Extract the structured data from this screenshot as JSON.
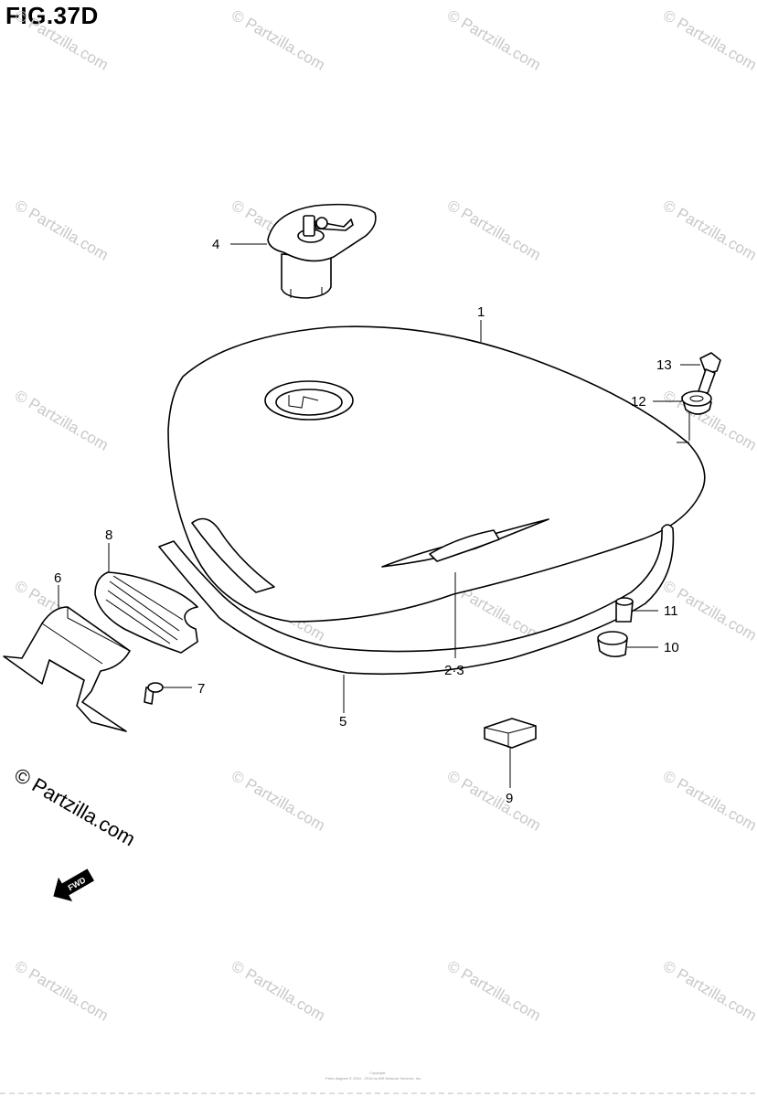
{
  "figure": {
    "title": "FIG.37D"
  },
  "watermark": {
    "text": "© Partzilla.com"
  },
  "credit": {
    "text": "© Partzilla.com"
  },
  "footer": {
    "copyright_line_1": "Copyright",
    "copyright_line_2": "Parts diagram © 2004 - 2016 by ARI Network Services, Inc."
  },
  "fwd_arrow": {
    "label": "FWD"
  },
  "callouts": {
    "fuel_tank": "1",
    "emblem": "2·3",
    "fuel_cap": "4",
    "trim": "5",
    "bracket": "6",
    "screw": "7",
    "cushion": "8",
    "pad": "9",
    "damper": "10",
    "collar": "11",
    "grommet": "12",
    "bolt": "13"
  },
  "colors": {
    "line": "#000000",
    "watermark": "#c8c8c8",
    "background": "#ffffff"
  }
}
